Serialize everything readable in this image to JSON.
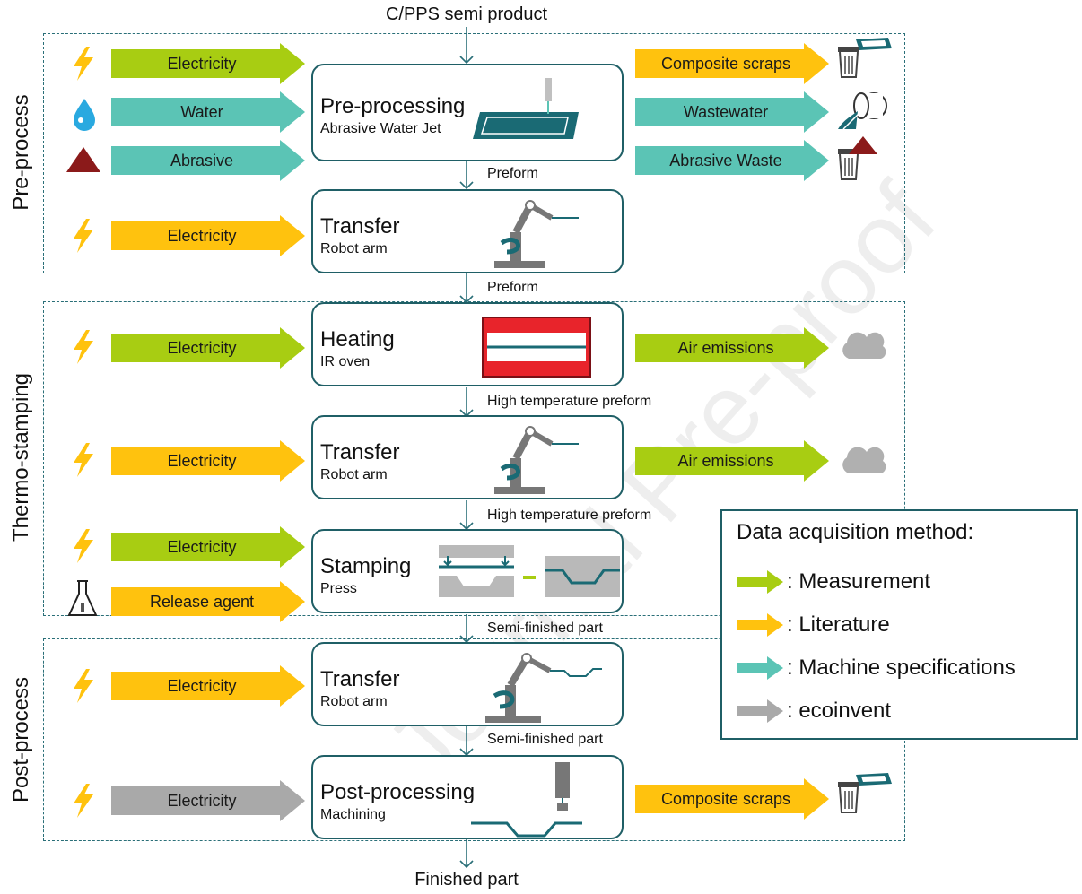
{
  "header": {
    "input": "C/PPS semi product",
    "output": "Finished part"
  },
  "colors": {
    "measurement": "#a8cd12",
    "literature": "#ffc20e",
    "machine_specifications": "#5bc4b5",
    "ecoinvent": "#a9a9a9",
    "frame": "#1f5f66"
  },
  "sections": [
    {
      "label": "Pre-process"
    },
    {
      "label": "Thermo-stamping"
    },
    {
      "label": "Post-process"
    }
  ],
  "processes": [
    {
      "title": "Pre-processing",
      "subtitle": "Abrasive Water Jet"
    },
    {
      "title": "Transfer",
      "subtitle": "Robot arm"
    },
    {
      "title": "Heating",
      "subtitle": "IR oven"
    },
    {
      "title": "Transfer",
      "subtitle": "Robot arm"
    },
    {
      "title": "Stamping",
      "subtitle": "Press"
    },
    {
      "title": "Transfer",
      "subtitle": "Robot arm"
    },
    {
      "title": "Post-processing",
      "subtitle": "Machining"
    }
  ],
  "flows": [
    "Preform",
    "Preform",
    "High temperature preform",
    "High temperature preform",
    "Semi-finished part",
    "Semi-finished part"
  ],
  "inputs": [
    {
      "label": "Electricity",
      "method": "measurement",
      "icon": "lightning-icon"
    },
    {
      "label": "Water",
      "method": "machine_specifications",
      "icon": "water-drop-icon"
    },
    {
      "label": "Abrasive",
      "method": "machine_specifications",
      "icon": "abrasive-pile-icon"
    },
    {
      "label": "Electricity",
      "method": "literature",
      "icon": "lightning-icon"
    },
    {
      "label": "Electricity",
      "method": "measurement",
      "icon": "lightning-icon"
    },
    {
      "label": "Electricity",
      "method": "literature",
      "icon": "lightning-icon"
    },
    {
      "label": "Electricity",
      "method": "measurement",
      "icon": "lightning-icon"
    },
    {
      "label": "Release agent",
      "method": "literature",
      "icon": "flask-icon"
    },
    {
      "label": "Electricity",
      "method": "literature",
      "icon": "lightning-icon"
    },
    {
      "label": "Electricity",
      "method": "ecoinvent",
      "icon": "lightning-icon"
    }
  ],
  "outputs": [
    {
      "label": "Composite scraps",
      "method": "literature",
      "icon": "trash-bin-icon"
    },
    {
      "label": "Wastewater",
      "method": "machine_specifications",
      "icon": "wastewater-pipe-icon"
    },
    {
      "label": "Abrasive Waste",
      "method": "machine_specifications",
      "icon": "trash-bin-icon"
    },
    {
      "label": "Air emissions",
      "method": "measurement",
      "icon": "cloud-icon"
    },
    {
      "label": "Air emissions",
      "method": "measurement",
      "icon": "cloud-icon"
    },
    {
      "label": "Composite scraps",
      "method": "literature",
      "icon": "trash-bin-icon"
    }
  ],
  "legend": {
    "title": "Data acquisition method:",
    "items": [
      {
        "label": ": Measurement",
        "method": "measurement"
      },
      {
        "label": ": Literature",
        "method": "literature"
      },
      {
        "label": ": Machine specifications",
        "method": "machine_specifications"
      },
      {
        "label": ": ecoinvent",
        "method": "ecoinvent"
      }
    ]
  },
  "watermark": "Journal Pre-proof"
}
